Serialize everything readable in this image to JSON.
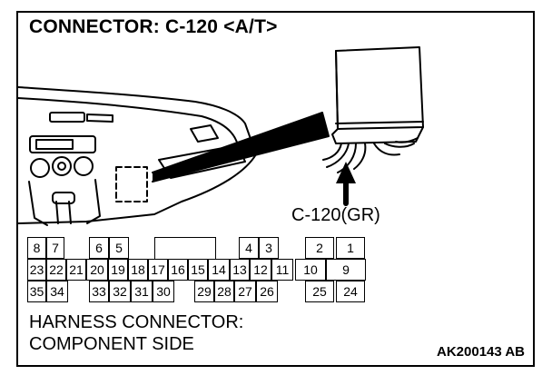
{
  "title": "CONNECTOR: C-120 <A/T>",
  "connector_label": "C-120(GR)",
  "harness": {
    "line1": "HARNESS CONNECTOR:",
    "line2": "COMPONENT SIDE"
  },
  "figure_code": "AK200143 AB",
  "pins": [
    [
      "8",
      "7",
      "",
      "6",
      "5",
      "",
      "",
      "",
      "",
      "",
      "",
      "4",
      "3",
      "",
      "2",
      "1"
    ],
    [
      "23",
      "22",
      "21",
      "20",
      "19",
      "18",
      "17",
      "16",
      "15",
      "14",
      "13",
      "12",
      "11",
      "10",
      "9"
    ],
    [
      "35",
      "34",
      "",
      "33",
      "32",
      "31",
      "30",
      "",
      "29",
      "28",
      "27",
      "26",
      "",
      "25",
      "24"
    ]
  ]
}
